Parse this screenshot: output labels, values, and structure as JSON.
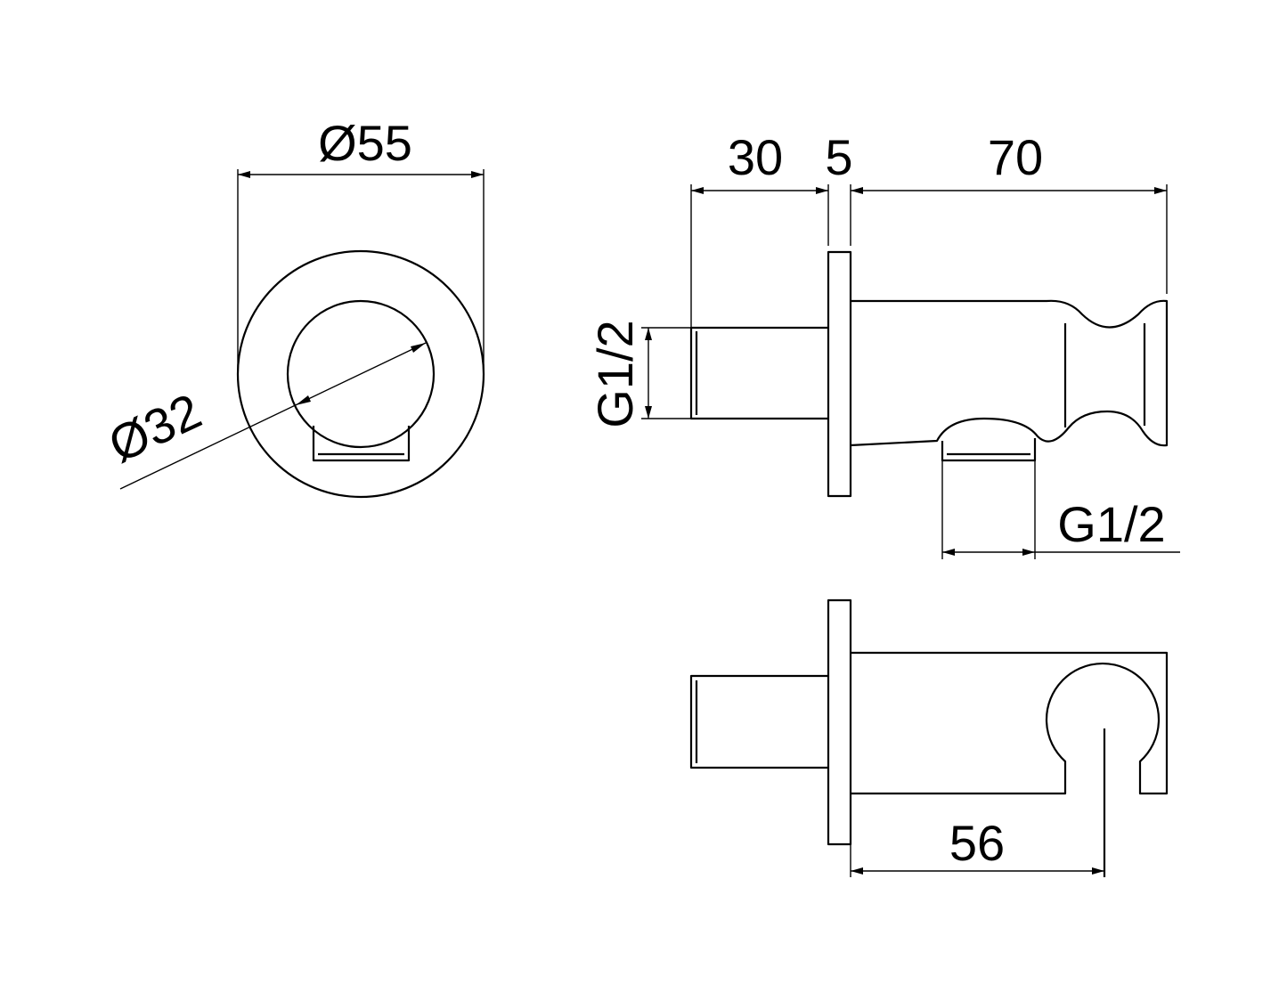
{
  "dimensions": {
    "outer_diameter": "Ø55",
    "inner_diameter": "Ø32",
    "inlet_length": "30",
    "flange_thickness": "5",
    "body_length": "70",
    "inlet_thread": "G1/2",
    "outlet_thread": "G1/2",
    "holder_axis_distance": "56"
  }
}
